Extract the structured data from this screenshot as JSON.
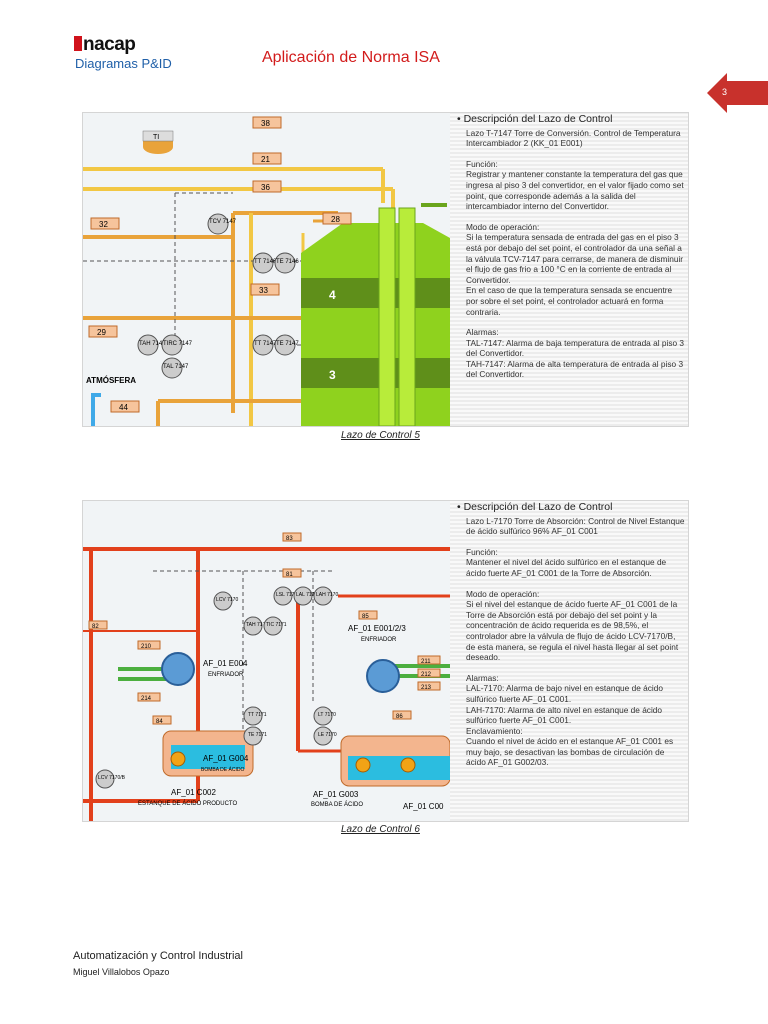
{
  "header": {
    "logo_text": "nacap",
    "subtitle": "Diagramas P&ID",
    "title": "Aplicación de Norma ISA",
    "page_number": "3"
  },
  "figures": [
    {
      "caption": "Lazo de Control 5",
      "heading": "Descripción del Lazo de Control",
      "blocks": [
        "Lazo T-7147 Torre de Conversión. Control de Temperatura Intercambiador 2 (KK_01 E001)",
        "Función:\nRegistrar y mantener constante la temperatura del gas que ingresa al piso 3 del convertidor, en el valor fijado como set point, que corresponde además a la salida del intercambiador interno del Convertidor.",
        "Modo de operación:\nSi la temperatura sensada de entrada del gas en el piso 3 está por debajo del set point, el controlador da una señal a la válvula TCV-7147 para cerrarse, de manera de disminuir el flujo de gas frio a 100 °C en la corriente de entrada al Convertidor.\nEn el caso de que la temperatura sensada se encuentre por sobre el set point, el controlador actuará en forma contraria.",
        "Alarmas:\nTAL-7147: Alarma de baja temperatura de entrada al piso 3 del Convertidor.\nTAH-7147: Alarma de alta temperatura de entrada al piso 3 del Convertidor."
      ],
      "diagram": {
        "boxes": [
          "38",
          "21",
          "36",
          "32",
          "28",
          "33",
          "29",
          "44"
        ],
        "instruments": [
          "TI",
          "TCV 7147",
          "TT 7146",
          "TE 7146",
          "TT 7147",
          "TE 7147",
          "TAH 7147",
          "TIRC 7147",
          "TAL 7147"
        ],
        "floors": [
          "4",
          "3"
        ],
        "atmosphere": "ATMÓSFERA"
      }
    },
    {
      "caption": "Lazo de Control 6",
      "heading": "Descripción del Lazo de Control",
      "blocks": [
        "Lazo L-7170 Torre de Absorción: Control de Nivel Estanque de ácido sulfúrico 96% AF_01 C001",
        "Función:\nMantener el nivel del ácido sulfúrico en el estanque de ácido fuerte AF_01 C001 de la Torre de Absorción.",
        "Modo de operación:\nSi el nivel del estanque de ácido fuerte AF_01 C001 de la Torre de Absorción está por debajo del set point y la concentración de ácido requerida es de 98,5%, el controlador abre la válvula de flujo de ácido LCV-7170/B, de esta manera, se regula el nivel hasta llegar al set point deseado.",
        "Alarmas:\nLAL-7170: Alarma de bajo nivel en estanque de ácido sulfúrico fuerte AF_01 C001.\nLAH-7170: Alarma de alto nivel en estanque de ácido sulfúrico fuerte AF_01 C001.\nEnclavamiento:\nCuando el nivel de ácido en el estanque AF_01 C001 es muy bajo, se desactivan las bombas de circulación de ácido AF_01 G002/03."
      ],
      "diagram": {
        "labels": [
          "AF_01 E004",
          "ENFRIADOR",
          "AF_01 E001/2/3",
          "ENFRIADOR",
          "AF_01 G004",
          "BOMBA DE ÁCIDO",
          "AF_01 C002",
          "ESTANQUE DE ÁCIDO PRODUCTO",
          "AF_01 G003",
          "BOMBA DE ÁCIDO",
          "AF_01 C00"
        ],
        "boxes": [
          "83",
          "81",
          "82",
          "84",
          "85",
          "86",
          "210",
          "211",
          "212",
          "213",
          "214"
        ],
        "instruments": [
          "LCV 7170",
          "LCV 7170/B",
          "LT 7170",
          "LE 7170",
          "TT 7171",
          "TE 7171",
          "LSL 7170",
          "LAL 7170",
          "LAH 7170",
          "TAH 7171",
          "TIC 7171"
        ]
      }
    }
  ],
  "footer": {
    "course": "Automatización y Control Industrial",
    "author": "Miguel Villalobos Opazo"
  },
  "colors": {
    "brand_red": "#d0121b",
    "title_red": "#d21b1b",
    "subtitle_blue": "#1f5fa8",
    "pipe_yellow": "#f2c744",
    "pipe_orange": "#e9a33a",
    "pipe_red": "#e2401b",
    "converter_green": "#8fd21e",
    "tank_orange": "#f3b58e",
    "acid_blue": "#2bbde0"
  }
}
